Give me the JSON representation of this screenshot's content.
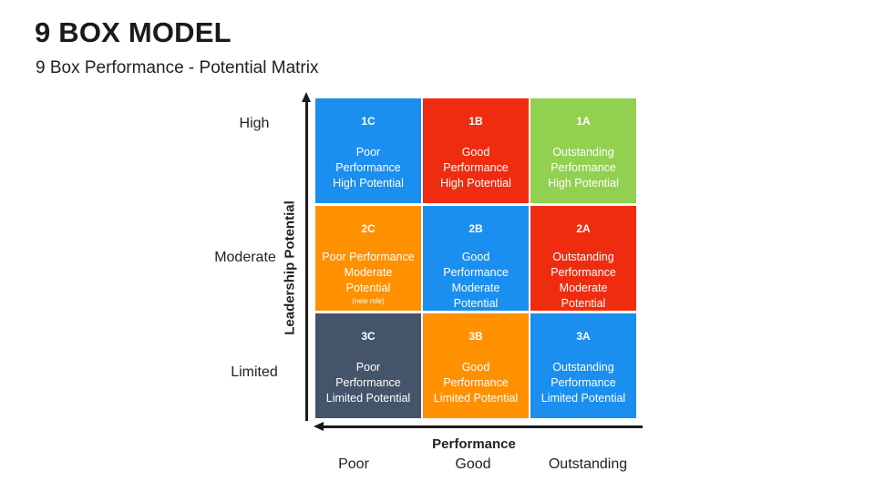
{
  "header": {
    "title": "9 BOX MODEL",
    "subtitle": "9 Box Performance - Potential Matrix"
  },
  "axes": {
    "y_title": "Leadership Potential",
    "x_title": "Performance",
    "y_ticks": [
      "High",
      "Moderate",
      "Limited"
    ],
    "x_ticks": [
      "Poor",
      "Good",
      "Outstanding"
    ]
  },
  "colors": {
    "blue": "#1a8ff0",
    "red": "#f02c10",
    "green": "#92d050",
    "orange": "#ff9000",
    "slate": "#44546a"
  },
  "boxes": [
    {
      "code": "1C",
      "lines": [
        "Poor",
        "Performance",
        "High Potential"
      ],
      "color": "#1a8ff0"
    },
    {
      "code": "1B",
      "lines": [
        "Good",
        "Performance",
        "High Potential"
      ],
      "color": "#f02c10"
    },
    {
      "code": "1A",
      "lines": [
        "Outstanding",
        "Performance",
        "High Potential"
      ],
      "color": "#92d050"
    },
    {
      "code": "2C",
      "lines": [
        "Poor Performance",
        "Moderate",
        "Potential"
      ],
      "note": "(new role)",
      "color": "#ff9000"
    },
    {
      "code": "2B",
      "lines": [
        "Good",
        "Performance",
        "Moderate",
        "Potential"
      ],
      "color": "#1a8ff0"
    },
    {
      "code": "2A",
      "lines": [
        "Outstanding",
        "Performance",
        "Moderate",
        "Potential"
      ],
      "color": "#f02c10"
    },
    {
      "code": "3C",
      "lines": [
        "Poor",
        "Performance",
        "Limited Potential"
      ],
      "color": "#44546a"
    },
    {
      "code": "3B",
      "lines": [
        "Good",
        "Performance",
        "Limited Potential"
      ],
      "color": "#ff9000"
    },
    {
      "code": "3A",
      "lines": [
        "Outstanding",
        "Performance",
        "Limited Potential"
      ],
      "color": "#1a8ff0"
    }
  ]
}
